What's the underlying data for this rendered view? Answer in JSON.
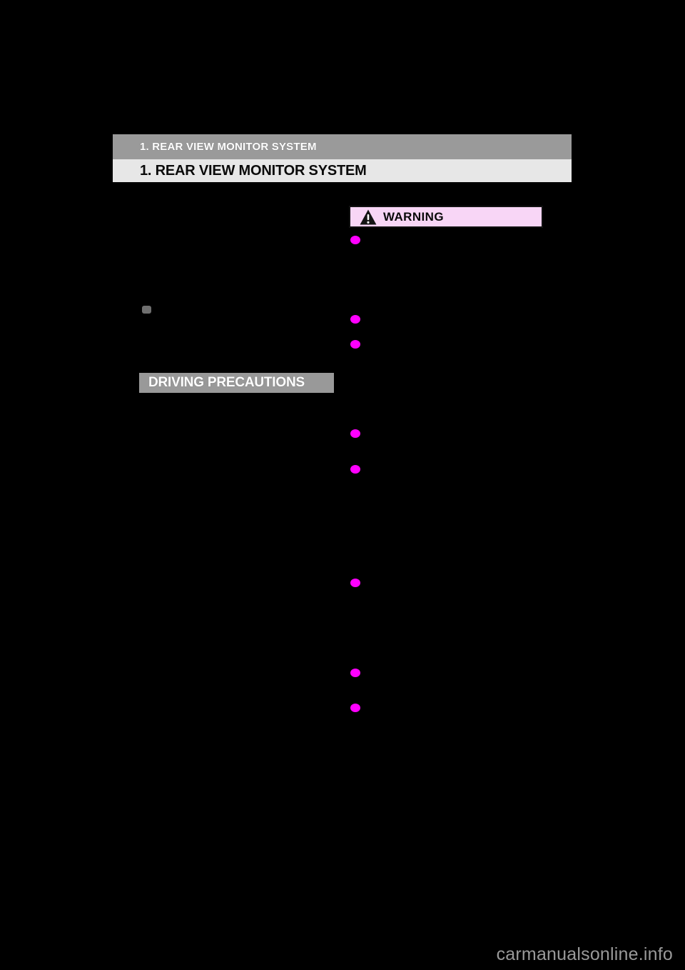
{
  "page": {
    "running_header": "1. REAR VIEW MONITOR SYSTEM",
    "title": "1. REAR VIEW MONITOR SYSTEM",
    "warning": {
      "label": "WARNING",
      "icon": "warning-triangle-icon"
    },
    "section_label": "DRIVING PRECAUTIONS",
    "watermark": "carmanualsonline.info",
    "bullets": {
      "left_column_count": 1,
      "right_column_count": 8,
      "style": "filled-ellipse"
    },
    "colors": {
      "page_background": "#000000",
      "running_header_bar": "#9A9A9A",
      "title_bar": "#E7E7E7",
      "warning_banner": "#F8D6F6",
      "warning_border": "#111111",
      "section_bar": "#999999",
      "bullet_magenta": "#FF00FF",
      "bullet_gray": "#6F6F6F",
      "watermark_text": "#999999"
    }
  }
}
